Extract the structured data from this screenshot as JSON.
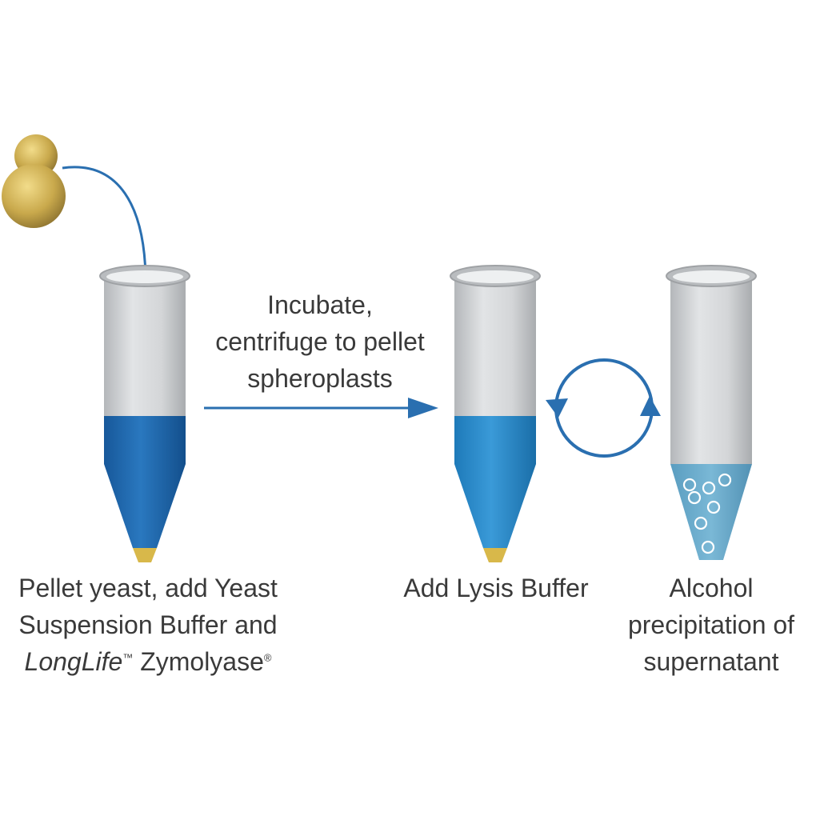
{
  "step1": {
    "line1": "Pellet yeast, add Yeast",
    "line2": "Suspension Buffer and",
    "line3_italic": "LongLife",
    "line3_tm": "™",
    "line3_rest": " Zymolyase",
    "line3_reg": "®"
  },
  "arrow_label": {
    "line1": "Incubate,",
    "line2": "centrifuge to pellet",
    "line3": "spheroplasts"
  },
  "step2": {
    "line1": "Add Lysis Buffer"
  },
  "step3": {
    "line1": "Alcohol",
    "line2": "precipitation of",
    "line3": "supernatant"
  },
  "colors": {
    "tube_gray": "#c9cbcd",
    "dark_blue_liquid": "#1f6fb4",
    "light_blue_liquid": "#2a8fcf",
    "supernatant": "#6aaccc",
    "pellet_yellow": "#d8b84a",
    "yeast_gold": "#c9a94c",
    "arrow_blue": "#2a6fb0"
  },
  "icons": [
    "yeast-cell-icon",
    "microcentrifuge-tube-icon",
    "cycle-arrows-icon",
    "bubble-icon"
  ]
}
